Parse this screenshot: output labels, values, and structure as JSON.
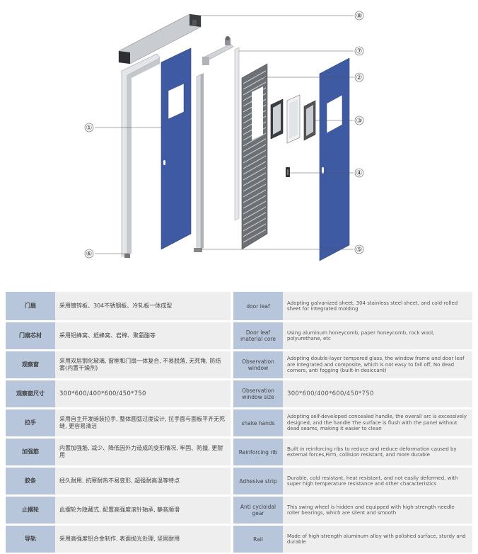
{
  "callouts": [
    "①",
    "②",
    "③",
    "④",
    "⑤",
    "⑥",
    "⑦",
    "⑧"
  ],
  "colors": {
    "door_panel": "#3d5aa3",
    "frame": "#d8dade",
    "track": "#b5b8bd",
    "label_cell": "#b8c6dc",
    "desc_cell": "#eeeeee"
  },
  "table_cn": [
    {
      "label": "门扇",
      "desc": "采用镀锌板、304不锈钢板、冷轧板一体成型"
    },
    {
      "label": "门扇芯材",
      "desc": "采用铝蜂窝、纸蜂窝、岩棉、聚氨酯等"
    },
    {
      "label": "观察窗",
      "desc": "采用双层钢化玻璃, 窗框和门扇一体复合, 不易脱落, 无死角, 防结雾(内置干燥剂)"
    },
    {
      "label": "观察窗尺寸",
      "desc": "300*600/400*600/450*750"
    },
    {
      "label": "拉手",
      "desc": "采用自主开发暗装拉手, 整体圆弧过度设计, 拉手面与面板平齐无死缝, 更容易清洁"
    },
    {
      "label": "加强筋",
      "desc": "内置加强筋, 减少、降低因外力造成的变形情况, 牢固、防撞, 更耐用"
    },
    {
      "label": "胶条",
      "desc": "经久耐用, 抗寒耐热不易变形, 超强耐高温等特点"
    },
    {
      "label": "止摆轮",
      "desc": "此摆轮为隐藏式, 配置高强度滚针轴承, 静音顺滑"
    },
    {
      "label": "导轨",
      "desc": "采用高强度铝合金制作, 表面抛光处理, 坚固耐用"
    }
  ],
  "table_en": [
    {
      "label": "door leaf",
      "desc": "Adopting galvanized sheet, 304 stainless steel sheet, and cold-rolled sheet for integrated molding"
    },
    {
      "label": "Door leaf material core",
      "desc": "Using aluminum honeycomb, paper honeycomb, rock wool, polyurethane, etc"
    },
    {
      "label": "Observation window",
      "desc": "Adopting double-layer tempered glass, the window frame and door leaf are integrated and composite, which is not easy to fall off, No dead corners, anti fogging (built-in desiccant)"
    },
    {
      "label": "Observation window size",
      "desc": "300*600/400*600/450*750"
    },
    {
      "label": "shake hands",
      "desc": "Adopting self-developed concealed handle, the overall arc is excessively designed, and the handle The surface is flush with the panel without dead seams, making it easier to clean"
    },
    {
      "label": "Reinforcing rib",
      "desc": "Built in reinforcing ribs to reduce and reduce deformation caused by external forces,Firm, collision resistant, and more durable"
    },
    {
      "label": "Adhesive strip",
      "desc": "Durable, cold resistant, heat resistant, and not easily deformed, with super high temperature resistance and other characteristics"
    },
    {
      "label": "Anti cycloidal gear",
      "desc": "This swing wheel is hidden and equipped with high-strength needle roller bearings, which are silent and smooth"
    },
    {
      "label": "Rail",
      "desc": "Made of high-strength aluminum alloy with polished surface, sturdy and durable"
    }
  ]
}
